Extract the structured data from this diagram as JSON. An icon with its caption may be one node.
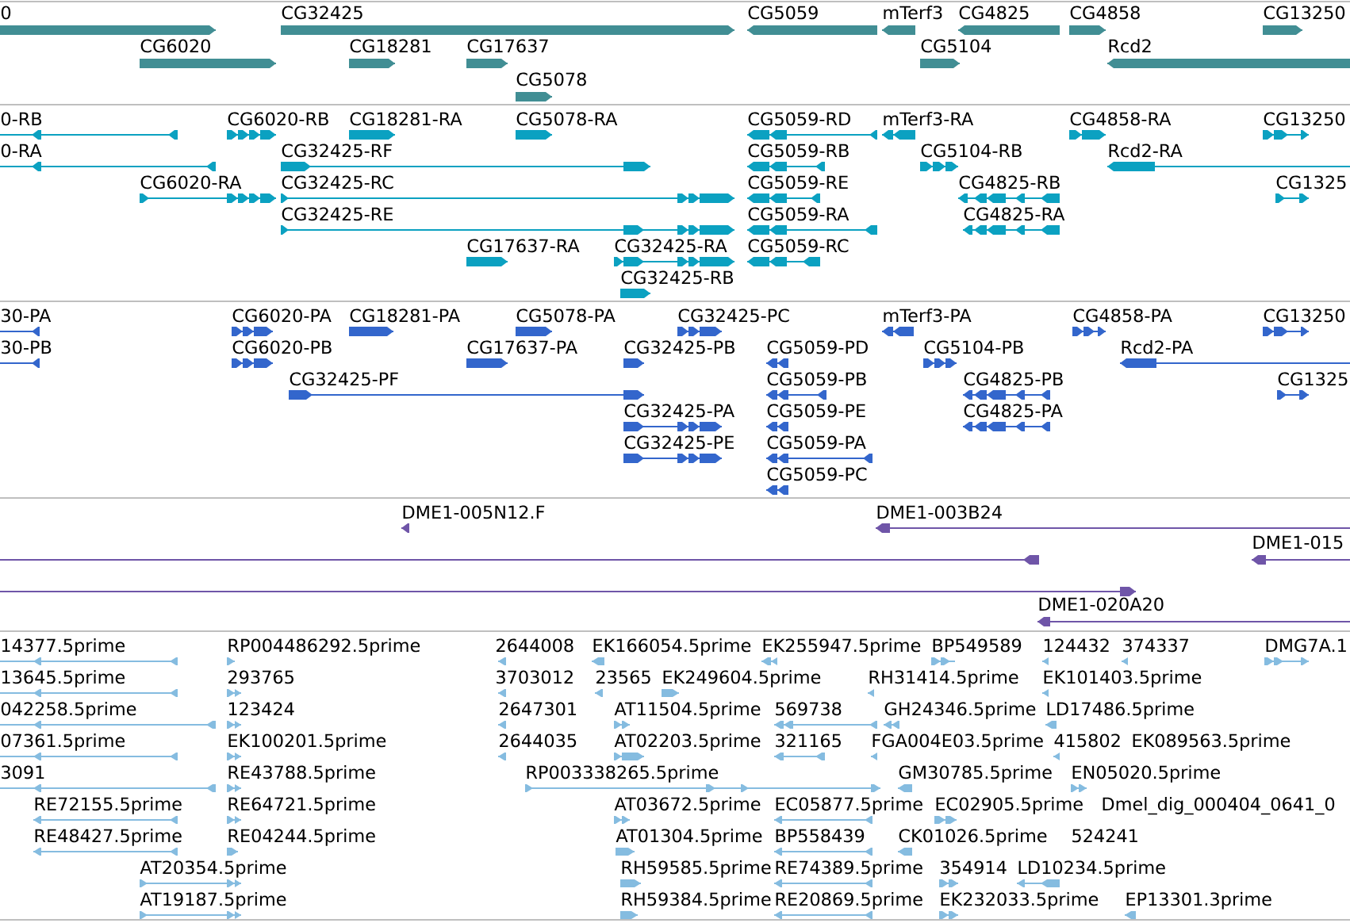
{
  "diagram": {
    "labels": [
      "0",
      "CG32425",
      "CG5059",
      "mTerf3",
      "CG4825",
      "CG4858",
      "CG13250",
      "CG6020",
      "CG18281",
      "CG17637",
      "CG5104",
      "Rcd2",
      "CG5078",
      "0-RB",
      "CG6020-RB",
      "CG18281-RA",
      "CG5078-RA",
      "CG5059-RD",
      "mTerf3-RA",
      "CG4858-RA",
      "CG13250",
      "0-RA",
      "CG32425-RF",
      "CG5059-RB",
      "CG5104-RB",
      "Rcd2-RA",
      "CG6020-RA",
      "CG32425-RC",
      "CG5059-RE",
      "CG4825-RB",
      "CG1325",
      "CG32425-RE",
      "CG5059-RA",
      "CG4825-RA",
      "CG17637-RA",
      "CG32425-RA",
      "CG5059-RC",
      "CG32425-RB",
      "30-PA",
      "CG6020-PA",
      "CG18281-PA",
      "CG5078-PA",
      "CG32425-PC",
      "mTerf3-PA",
      "CG4858-PA",
      "CG13250",
      "30-PB",
      "CG6020-PB",
      "CG17637-PA",
      "CG32425-PB",
      "CG5059-PD",
      "CG5104-PB",
      "Rcd2-PA",
      "CG32425-PF",
      "CG5059-PB",
      "CG4825-PB",
      "CG1325",
      "CG32425-PA",
      "CG5059-PE",
      "CG4825-PA",
      "CG32425-PE",
      "CG5059-PA",
      "CG5059-PC",
      "DME1-005N12.F",
      "DME1-003B24",
      "DME1-015",
      "DME1-020A20",
      "14377.5prime",
      "RP004486292.5prime",
      "2644008",
      "EK166054.5prime",
      "EK255947.5prime",
      "BP549589",
      "124432",
      "374337",
      "DMG7A.1",
      "13645.5prime",
      "293765",
      "3703012",
      "23565",
      "EK249604.5prime",
      "RH31414.5prime",
      "EK101403.5prime",
      "042258.5prime",
      "123424",
      "2647301",
      "AT11504.5prime",
      "569738",
      "GH24346.5prime",
      "LD17486.5prime",
      "07361.5prime",
      "EK100201.5prime",
      "2644035",
      "AT02203.5prime",
      "321165",
      "FGA004E03.5prime",
      "415802",
      "EK089563.5prime",
      "3091",
      "RE43788.5prime",
      "RP003338265.5prime",
      "GM30785.5prime",
      "EN05020.5prime",
      "RE72155.5prime",
      "RE64721.5prime",
      "AT03672.5prime",
      "EC05877.5prime",
      "EC02905.5prime",
      "Dmel_dig_000404_0641_0",
      "RE48427.5prime",
      "RE04244.5prime",
      "AT01304.5prime",
      "BP558439",
      "CK01026.5prime",
      "524241",
      "AT20354.5prime",
      "RH59585.5prime",
      "RE74389.5prime",
      "354914",
      "LD10234.5prime",
      "AT19187.5prime",
      "RH59384.5prime",
      "RE20869.5prime",
      "EK232033.5prime",
      "EP13301.3prime"
    ]
  }
}
